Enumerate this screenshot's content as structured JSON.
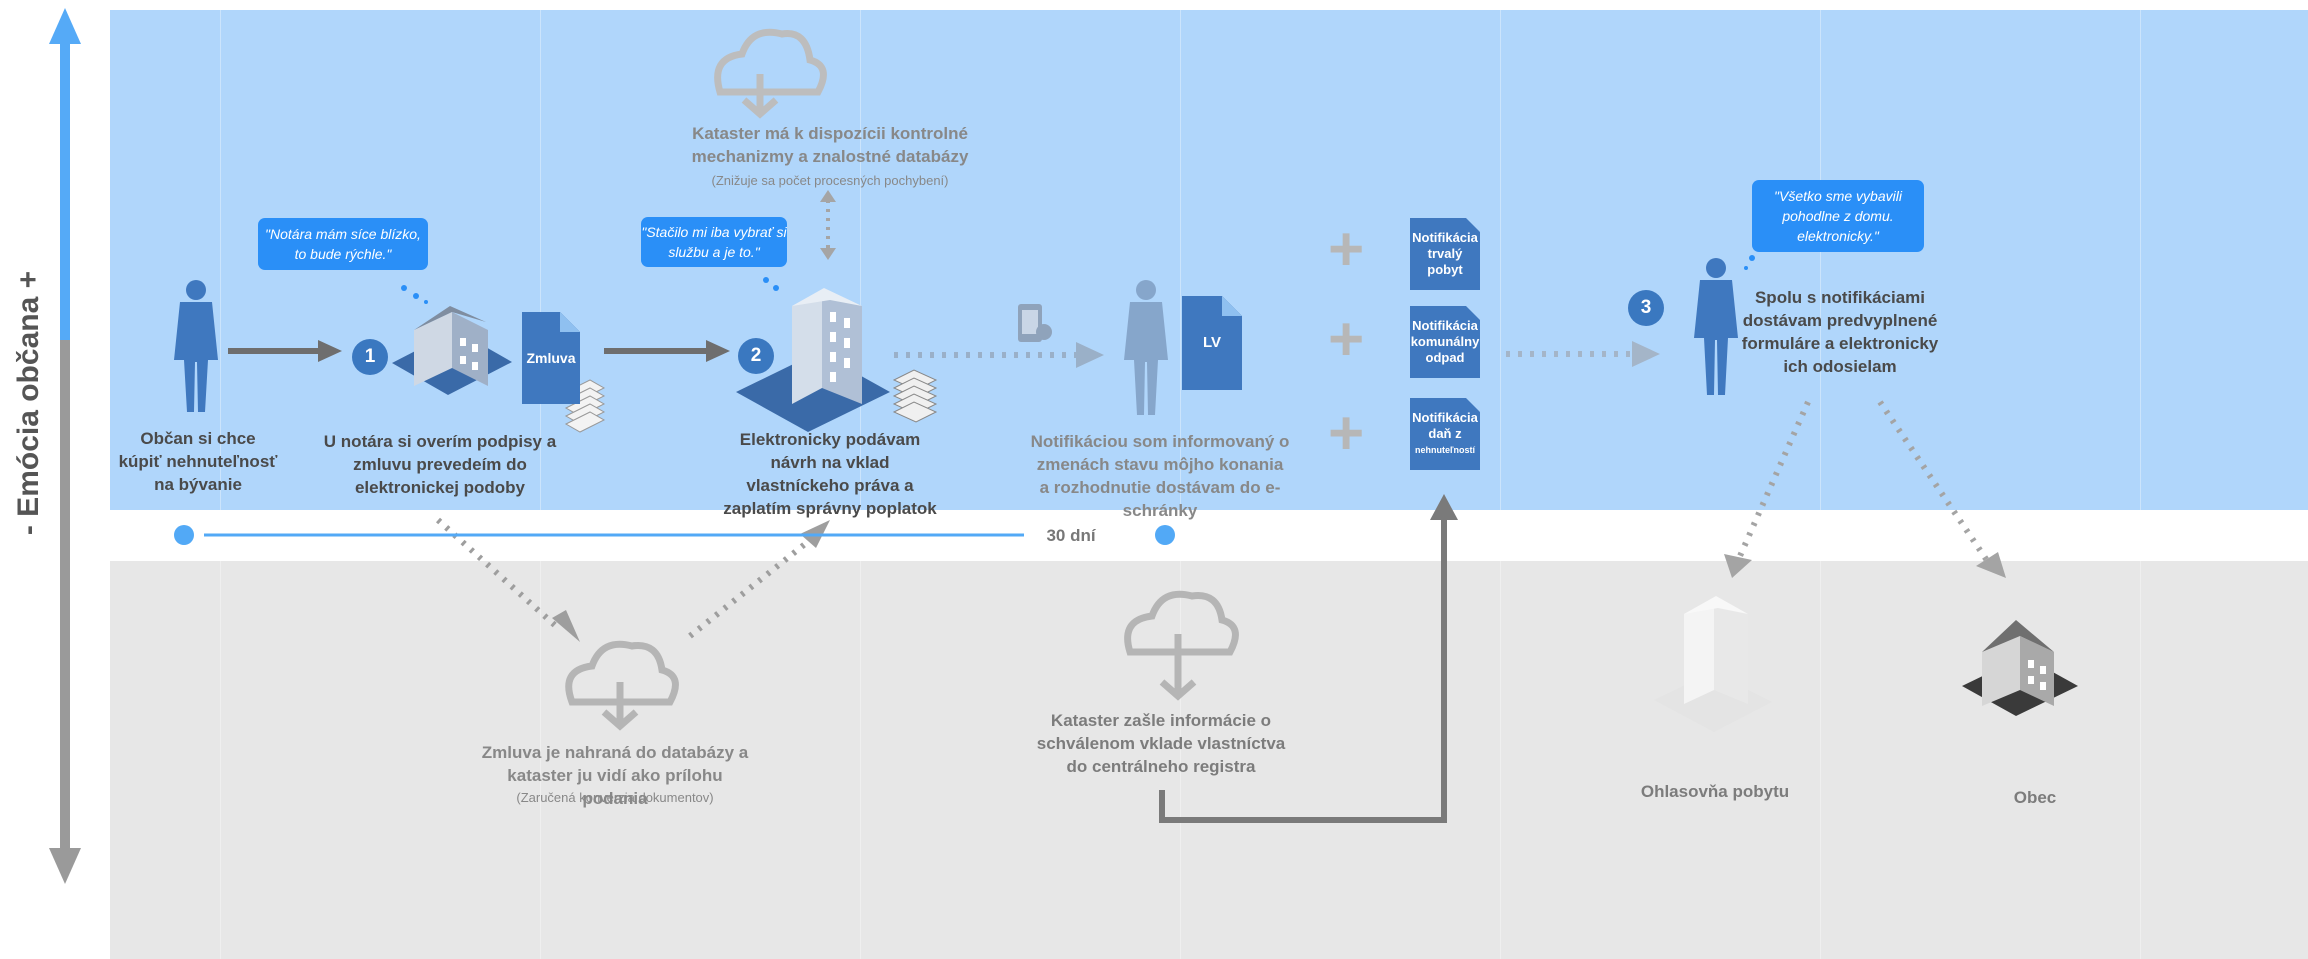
{
  "axis_label": "- Emócia občana +",
  "steps": {
    "s1": "1",
    "s2": "2",
    "s3": "3"
  },
  "citizen": {
    "text": "Občan si chce kúpiť nehnuteľnosť na bývanie"
  },
  "notary": {
    "bubble": "\"Notára mám síce blízko, to bude rýchle.\"",
    "text": "U notára si overím podpisy a zmluvu prevedeím do elektronickej podoby",
    "doc_label": "Zmluva"
  },
  "cadastre_check": {
    "title": "Kataster má k dispozícii kontrolné mechanizmy a znalostné databázy",
    "note": "(Znižuje sa počet procesných pochybení)"
  },
  "submission": {
    "bubble": "\"Stačilo mi iba vybrať si službu a je to.\"",
    "text": "Elektronicky podávam návrh na vklad vlastníckeho práva a zaplatím správny poplatok"
  },
  "notified": {
    "doc_label": "LV",
    "text": "Notifikáciou som informovaný o zmenách stavu môjho konania a rozhodnutie dostávam do e-schránky"
  },
  "notifications": [
    {
      "line1": "Notifikácia",
      "line2": "trvalý",
      "line3": "pobyt"
    },
    {
      "line1": "Notifikácia",
      "line2": "komunálny",
      "line3": "odpad"
    },
    {
      "line1": "Notifikácia",
      "line2": "daň z",
      "line3": "nehnuteľností"
    }
  ],
  "final": {
    "bubble": "\"Všetko sme vybavili pohodlne z domu. elektronicky.\"",
    "text": "Spolu s notifikáciami dostávam predvyplnené formuláre a elektronicky ich odosielam"
  },
  "timeline": {
    "label": "30 dní"
  },
  "upload": {
    "title": "Zmluva je nahraná do databázy a kataster ju vidí ako prílohu podania",
    "note": "(Zaručená konverzia dokumentov)"
  },
  "registry": {
    "text": "Kataster zašle informácie o schválenom vklade vlastníctva do centrálneho registra"
  },
  "residence_office": {
    "label": "Ohlasovňa pobytu"
  },
  "municipality": {
    "label": "Obec"
  },
  "colors": {
    "top_band": "#b0d6fb",
    "bottom_band": "#e7e7e7",
    "accent_blue": "#3f78bf",
    "bubble_blue": "#2a8ff7"
  }
}
